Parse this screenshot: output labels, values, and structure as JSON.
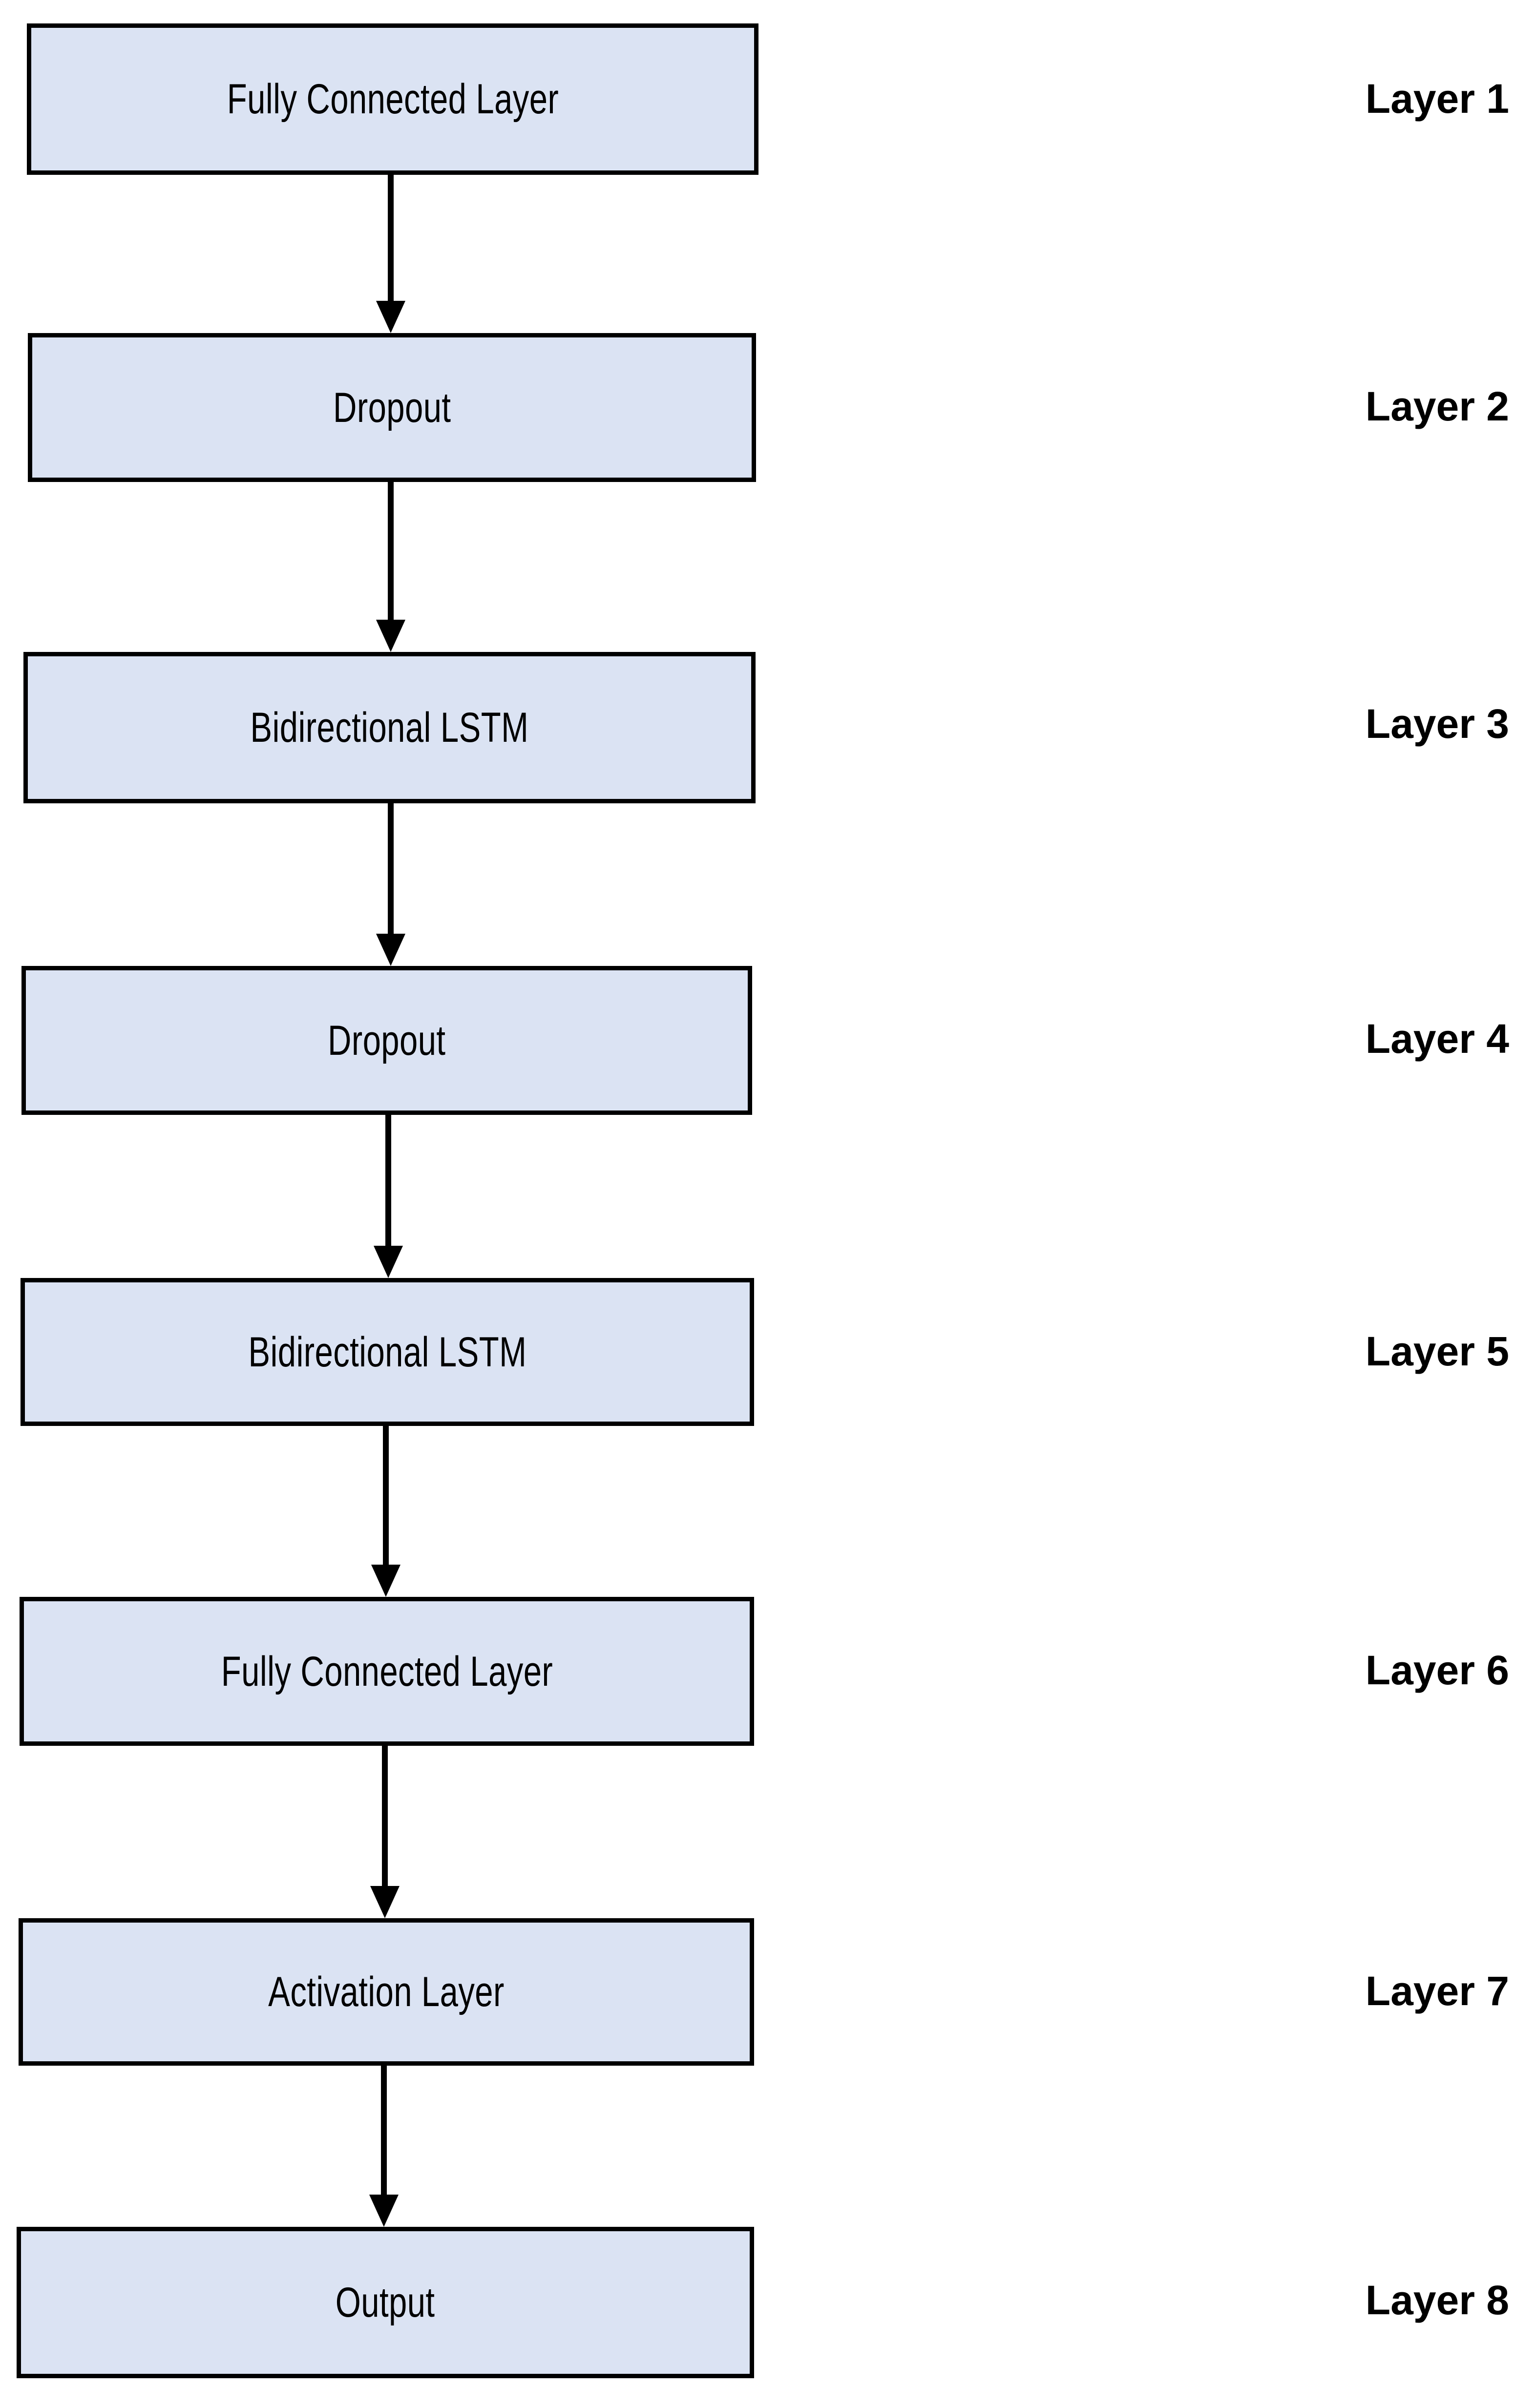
{
  "diagram": {
    "title": "Neural network layer stack flow chart",
    "orientation": "vertical-top-to-bottom",
    "background_color": "#ffffff",
    "node_fill_color": "#dbe3f3",
    "node_border_color": "#000000",
    "text_color": "#000000",
    "arrow_color": "#000000"
  },
  "nodes": [
    {
      "id": "node-1",
      "label": "Fully Connected Layer",
      "layer_caption": "Layer 1"
    },
    {
      "id": "node-2",
      "label": "Dropout",
      "layer_caption": "Layer 2"
    },
    {
      "id": "node-3",
      "label": "Bidirectional LSTM",
      "layer_caption": "Layer 3"
    },
    {
      "id": "node-4",
      "label": "Dropout",
      "layer_caption": "Layer 4"
    },
    {
      "id": "node-5",
      "label": "Bidirectional LSTM",
      "layer_caption": "Layer 5"
    },
    {
      "id": "node-6",
      "label": "Fully Connected Layer",
      "layer_caption": "Layer 6"
    },
    {
      "id": "node-7",
      "label": "Activation Layer",
      "layer_caption": "Layer 7"
    },
    {
      "id": "node-8",
      "label": "Output",
      "layer_caption": "Layer 8"
    }
  ],
  "edges": [
    {
      "from": "node-1",
      "to": "node-2"
    },
    {
      "from": "node-2",
      "to": "node-3"
    },
    {
      "from": "node-3",
      "to": "node-4"
    },
    {
      "from": "node-4",
      "to": "node-5"
    },
    {
      "from": "node-5",
      "to": "node-6"
    },
    {
      "from": "node-6",
      "to": "node-7"
    },
    {
      "from": "node-7",
      "to": "node-8"
    }
  ]
}
